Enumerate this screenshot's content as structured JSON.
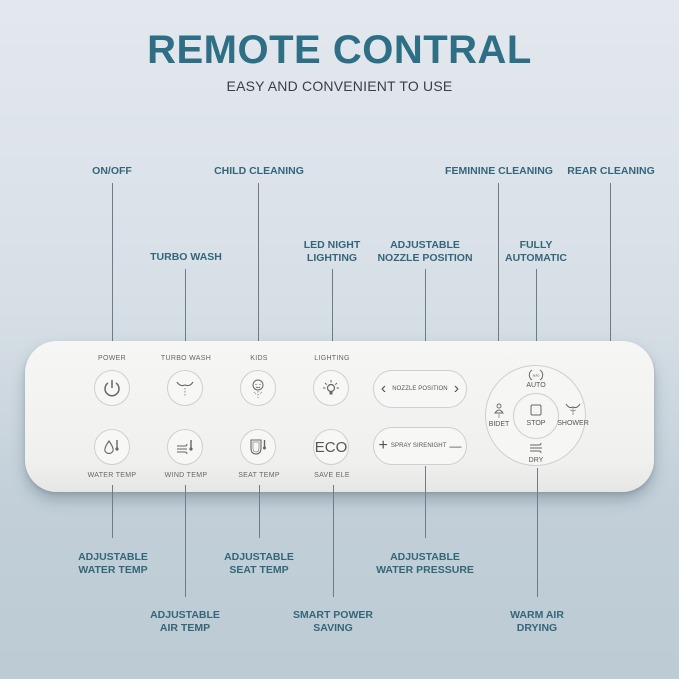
{
  "header": {
    "title": "REMOTE CONTRAL",
    "subtitle": "EASY AND CONVENIENT TO USE"
  },
  "colors": {
    "accent": "#2e6f86",
    "callout_text": "#34667a",
    "remote_body": "#f2f2f1"
  },
  "callouts_top": [
    {
      "label": "ON/OFF"
    },
    {
      "label": "TURBO WASH"
    },
    {
      "label": "CHILD CLEANING"
    },
    {
      "label": "LED NIGHT\nLIGHTING",
      "line1": "LED NIGHT",
      "line2": "LIGHTING"
    },
    {
      "label": "ADJUSTABLE NOZZLE POSITION",
      "line1": "ADJUSTABLE",
      "line2": "NOZZLE POSITION"
    },
    {
      "label": "FEMININE CLEANING"
    },
    {
      "label": "FULLY AUTOMATIC",
      "line1": "FULLY",
      "line2": "AUTOMATIC"
    },
    {
      "label": "REAR CLEANING"
    }
  ],
  "callouts_bottom": [
    {
      "line1": "ADJUSTABLE",
      "line2": "WATER TEMP"
    },
    {
      "line1": "ADJUSTABLE",
      "line2": "AIR TEMP"
    },
    {
      "line1": "ADJUSTABLE",
      "line2": "SEAT TEMP"
    },
    {
      "line1": "SMART POWER",
      "line2": "SAVING"
    },
    {
      "line1": "ADJUSTABLE",
      "line2": "WATER PRESSURE"
    },
    {
      "line1": "WARM AIR",
      "line2": "DRYING"
    }
  ],
  "remote": {
    "top_buttons": [
      {
        "label": "POWER",
        "icon": "power-icon"
      },
      {
        "label": "TURBO WASH",
        "icon": "turbo-wash-icon"
      },
      {
        "label": "KIDS",
        "icon": "kids-icon"
      },
      {
        "label": "LIGHTING",
        "icon": "light-bulb-icon"
      }
    ],
    "bottom_buttons": [
      {
        "label": "WATER TEMP",
        "icon": "water-drop-thermometer-icon"
      },
      {
        "label": "WIND TEMP",
        "icon": "wind-thermometer-icon"
      },
      {
        "label": "SEAT TEMP",
        "icon": "seat-thermometer-icon"
      },
      {
        "label": "SAVE ELE",
        "icon": "eco-icon",
        "glyph": "ECO"
      }
    ],
    "nozzle": {
      "label": "NOZZLE POSITION",
      "left": "‹",
      "right": "›"
    },
    "spray": {
      "label": "SPRAY SIRENIGHT",
      "plus": "+",
      "minus": "—"
    },
    "dial": {
      "auto": "AUTO",
      "auto_icon_text": "auto",
      "bidet": "BIDET",
      "stop": "STOP",
      "shower": "SHOWER",
      "dry": "DRY"
    }
  }
}
